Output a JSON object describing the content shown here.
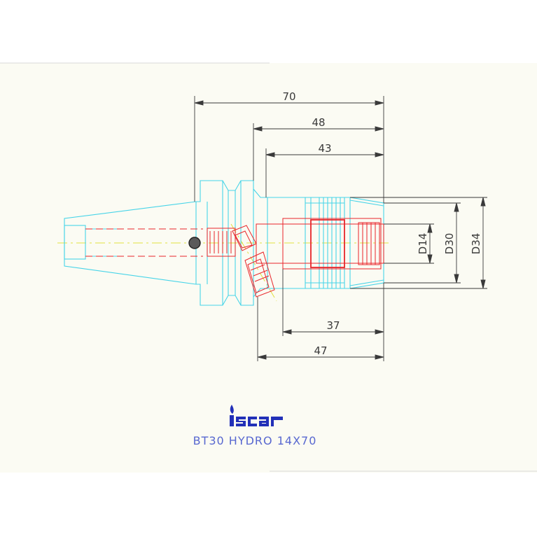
{
  "colors": {
    "paper": "#fbfbf3",
    "outline": "#47d4e8",
    "internal": "#e8262b",
    "centerline": "#e0e040",
    "dimension": "#3a3a3a",
    "logo": "#2230b8",
    "caption": "#5868d0"
  },
  "dimensions": {
    "overall_length": "70",
    "length_48": "48",
    "length_43": "43",
    "length_37": "37",
    "length_47": "47",
    "bore_diameter": "D14",
    "body_diameter": "D30",
    "nose_diameter": "D34"
  },
  "logo": {
    "icon": "iscar-logo-icon",
    "text": "iscar"
  },
  "caption": {
    "model": "BT30 HYDRO 14X70"
  }
}
